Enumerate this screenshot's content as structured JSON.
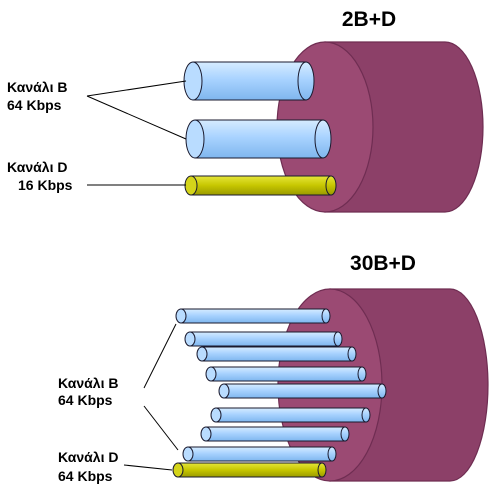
{
  "top": {
    "title": "2B+D",
    "b_label_line1": "Κανάλι B",
    "b_label_line2": "64 Kbps",
    "d_label_line1": "Κανάλι D",
    "d_label_line2": "16 Kbps"
  },
  "bottom": {
    "title": "30B+D",
    "b_label_line1": "Κανάλι B",
    "b_label_line2": "64 Kbps",
    "d_label_line1": "Κανάλι D",
    "d_label_line2": "64 Kbps"
  },
  "colors": {
    "cable_front": "#9b4a73",
    "cable_side": "#8c4068",
    "cable_edge": "#6f2d52",
    "b_channel": "#a9d3ff",
    "d_channel": "#c6c600",
    "outline": "#1a1a2e"
  }
}
